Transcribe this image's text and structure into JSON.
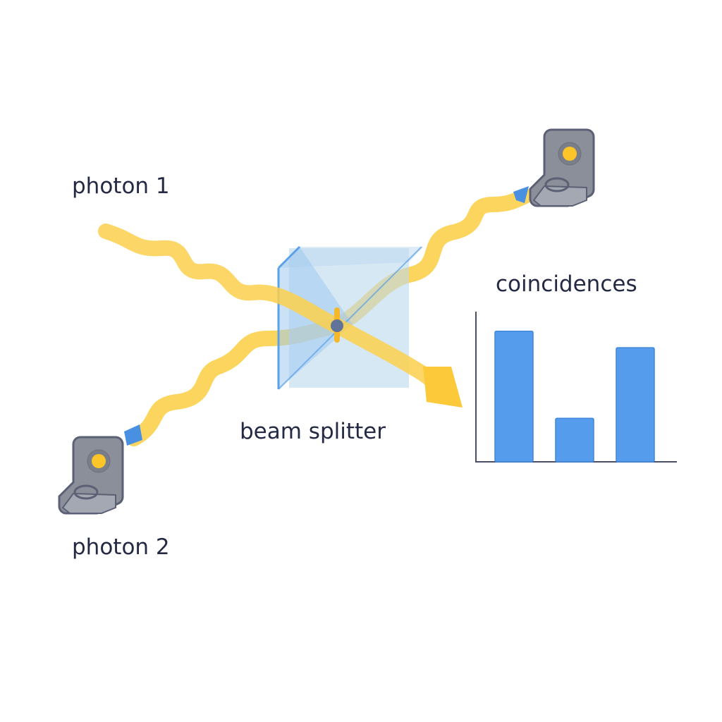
{
  "labels": {
    "photon1": "photon 1",
    "photon2": "photon 2",
    "beam_splitter": "beam splitter",
    "coincidences": "coincidences"
  },
  "coincidence_bars": [
    0.87,
    0.29,
    0.76
  ],
  "colors": {
    "photon": "#fcc93a",
    "splitter": "#a9cdec",
    "splitter_edge": "#5aa1ea",
    "bar": "#559ced",
    "detector": "#8a8e99",
    "detector_lamp": "#fcc52a",
    "text": "#252a44"
  },
  "icons": [
    "detector-icon",
    "detector-icon",
    "beam-splitter-cube",
    "wavy-photon-beam"
  ]
}
